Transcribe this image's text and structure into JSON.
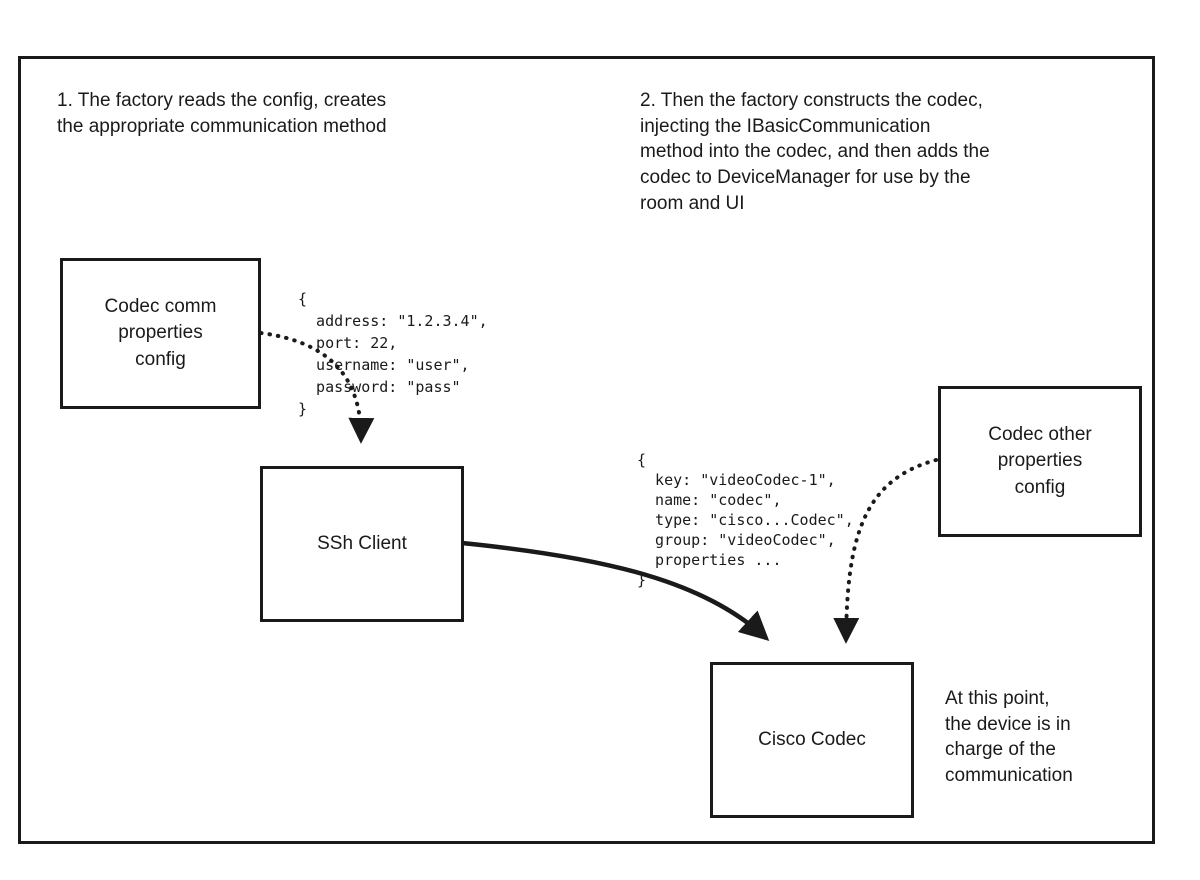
{
  "notes": {
    "step1": "1. The factory reads the config, creates\nthe appropriate communication method",
    "step2": "2. Then the factory constructs the codec,\ninjecting the IBasicCommunication\nmethod into the codec, and then adds the\ncodec to DeviceManager for use by the\nroom and UI",
    "at_this_point": "At this point,\nthe device is in\ncharge of the\ncommunication"
  },
  "boxes": {
    "codec_comm_config": "Codec comm\nproperties\nconfig",
    "ssh_client": "SSh Client",
    "codec_other_config": "Codec other\nproperties\nconfig",
    "cisco_codec": "Cisco Codec"
  },
  "code": {
    "comm_properties": "{\n  address: \"1.2.3.4\",\n  port: 22,\n  username: \"user\",\n  password: \"pass\"\n}",
    "codec_properties": "{\n  key: \"videoCodec-1\",\n  name: \"codec\",\n  type: \"cisco...Codec\",\n  group: \"videoCodec\",\n  properties ...\n}"
  },
  "colors": {
    "stroke": "#1a1a1a",
    "background": "#ffffff"
  }
}
